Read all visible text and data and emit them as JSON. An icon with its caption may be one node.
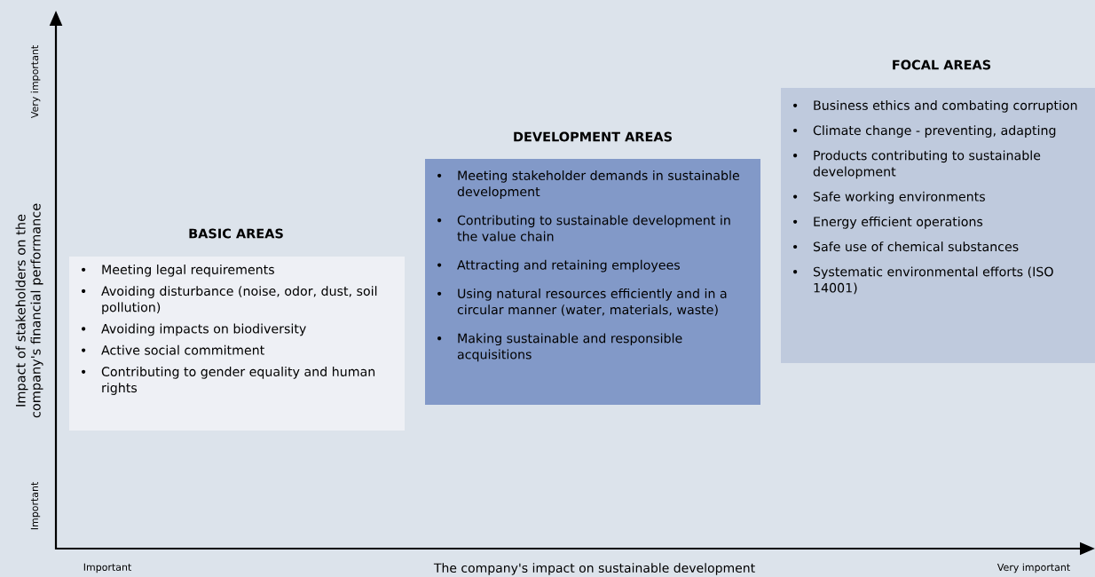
{
  "diagram": {
    "nodes": [
      {
        "text": [
          "BASIC AREAS",
          "Meeting legal requirements",
          "Avoiding disturbance (noise, odor, dust, soil pollution)",
          "Avoiding impacts on biodiversity",
          "Active social commitment",
          "Contributing to gender equality and human rights"
        ]
      },
      {
        "text": [
          "DEVELOPMENT AREAS",
          "Meeting stakeholder demands in sustainable development",
          "Contributing to sustainable development in the value chain",
          "Attracting and retaining employees",
          "Using natural resources efficiently and in a circular manner (water, materials, waste)",
          "Making sustainable and responsible acquisitions"
        ]
      },
      {
        "text": [
          "FOCAL AREAS",
          "Business ethics and combating corruption",
          "Climate change - preventing, adapting",
          "Products contributing to sustainable development",
          "Safe working environments",
          "Energy efficient operations",
          "Safe use of chemical substances",
          "Systematic environmental efforts (ISO 14001)"
        ]
      }
    ],
    "labels": [
      "Very important",
      "Impact of stakeholders on the company's financial performance",
      "Important",
      "Important",
      "The company's impact on sustainable development",
      "Very important"
    ]
  }
}
